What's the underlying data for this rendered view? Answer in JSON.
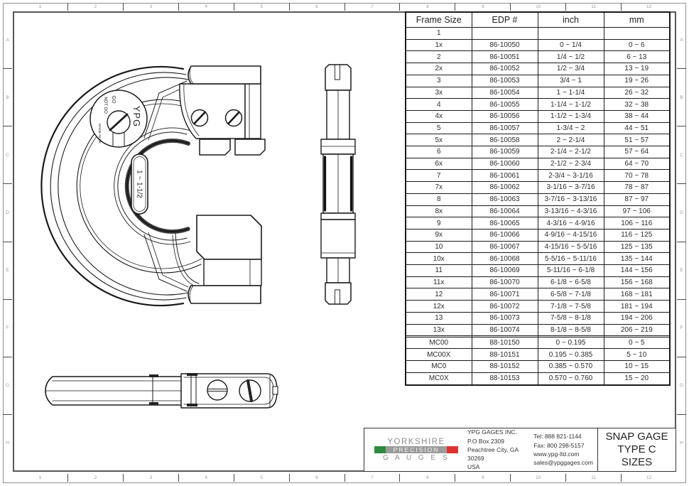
{
  "sheet": {
    "grid_columns": [
      "1",
      "2",
      "3",
      "4",
      "5",
      "6",
      "7",
      "8",
      "9",
      "10",
      "11",
      "12"
    ],
    "grid_rows": [
      "A",
      "B",
      "C",
      "D",
      "E",
      "F",
      "G",
      "H"
    ]
  },
  "drawing": {
    "dial_brand": "YPG",
    "dial_go": "GO",
    "dial_not_go": "NOT GO",
    "dial_origin": "MADE IN UK",
    "range_label": "1 ~ 1-1/2"
  },
  "table": {
    "headers": [
      "Frame Size",
      "EDP #",
      "inch",
      "mm"
    ],
    "rows": [
      [
        "1",
        "",
        "",
        ""
      ],
      [
        "1x",
        "86-10050",
        "0 ~ 1/4",
        "0 ~ 6"
      ],
      [
        "2",
        "86-10051",
        "1/4 ~ 1/2",
        "6 ~ 13"
      ],
      [
        "2x",
        "86-10052",
        "1/2 ~ 3/4",
        "13 ~ 19"
      ],
      [
        "3",
        "86-10053",
        "3/4 ~ 1",
        "19 ~ 26"
      ],
      [
        "3x",
        "86-10054",
        "1 ~ 1-1/4",
        "26 ~ 32"
      ],
      [
        "4",
        "86-10055",
        "1-1/4 ~ 1-1/2",
        "32 ~ 38"
      ],
      [
        "4x",
        "86-10056",
        "1-1/2 ~ 1-3/4",
        "38 ~ 44"
      ],
      [
        "5",
        "86-10057",
        "1-3/4 ~ 2",
        "44 ~ 51"
      ],
      [
        "5x",
        "86-10058",
        "2 ~ 2-1/4",
        "51 ~ 57"
      ],
      [
        "6",
        "86-10059",
        "2-1/4 ~ 2-1/2",
        "57 ~ 64"
      ],
      [
        "6x",
        "86-10060",
        "2-1/2 ~ 2-3/4",
        "64 ~ 70"
      ],
      [
        "7",
        "86-10061",
        "2-3/4 ~ 3-1/16",
        "70 ~ 78"
      ],
      [
        "7x",
        "86-10062",
        "3-1/16 ~ 3-7/16",
        "78 ~ 87"
      ],
      [
        "8",
        "86-10063",
        "3-7/16 ~ 3-13/16",
        "87 ~ 97"
      ],
      [
        "8x",
        "86-10064",
        "3-13/16 ~ 4-3/16",
        "97 ~ 106"
      ],
      [
        "9",
        "86-10065",
        "4-3/16 ~ 4-9/16",
        "106 ~ 116"
      ],
      [
        "9x",
        "86-10066",
        "4-9/16 ~ 4-15/16",
        "116 ~ 125"
      ],
      [
        "10",
        "86-10067",
        "4-15/16 ~ 5-5/16",
        "125 ~ 135"
      ],
      [
        "10x",
        "86-10068",
        "5-5/16 ~ 5-11/16",
        "135 ~ 144"
      ],
      [
        "11",
        "86-10069",
        "5-11/16 ~ 6-1/8",
        "144 ~ 156"
      ],
      [
        "11x",
        "86-10070",
        "6-1/8 ~ 6-5/8",
        "156 ~ 168"
      ],
      [
        "12",
        "86-10071",
        "6-5/8 ~ 7-1/8",
        "168 ~ 181"
      ],
      [
        "12x",
        "86-10072",
        "7-1/8 ~ 7-5/8",
        "181 ~ 194"
      ],
      [
        "13",
        "86-10073",
        "7-5/8 ~ 8-1/8",
        "194 ~ 206"
      ],
      [
        "13x",
        "86-10074",
        "8-1/8 ~ 8-5/8",
        "206 ~ 219"
      ],
      [
        "",
        "",
        "",
        ""
      ],
      [
        "MC00",
        "88-10150",
        "0 ~ 0.195",
        "0 ~ 5"
      ],
      [
        "MC00X",
        "88-10151",
        "0.195 ~ 0.385",
        "5 ~ 10"
      ],
      [
        "MC0",
        "88-10152",
        "0.385 ~ 0.570",
        "10 ~ 15"
      ],
      [
        "MC0X",
        "88-10153",
        "0.570 ~ 0.760",
        "15 ~ 20"
      ]
    ]
  },
  "title_block": {
    "logo": {
      "line1": "YORKSHIRE",
      "line2": "PRECISION",
      "line3": "G A U G E S"
    },
    "company": [
      "YPG GAGES INC.",
      "P.O Box 2309",
      "Peachtree City, GA 30269",
      "USA"
    ],
    "contact": [
      "Tel: 888 821-1144",
      "Fax: 800 298-5157",
      "www.ypg-ltd.com",
      "sales@ypggages.com"
    ],
    "doc_title": [
      "SNAP GAGE",
      "TYPE C",
      "SIZES"
    ]
  },
  "colors": {
    "logo_green": "#2d8a3e",
    "logo_red": "#e03131",
    "logo_grey": "#9b9b9b"
  }
}
